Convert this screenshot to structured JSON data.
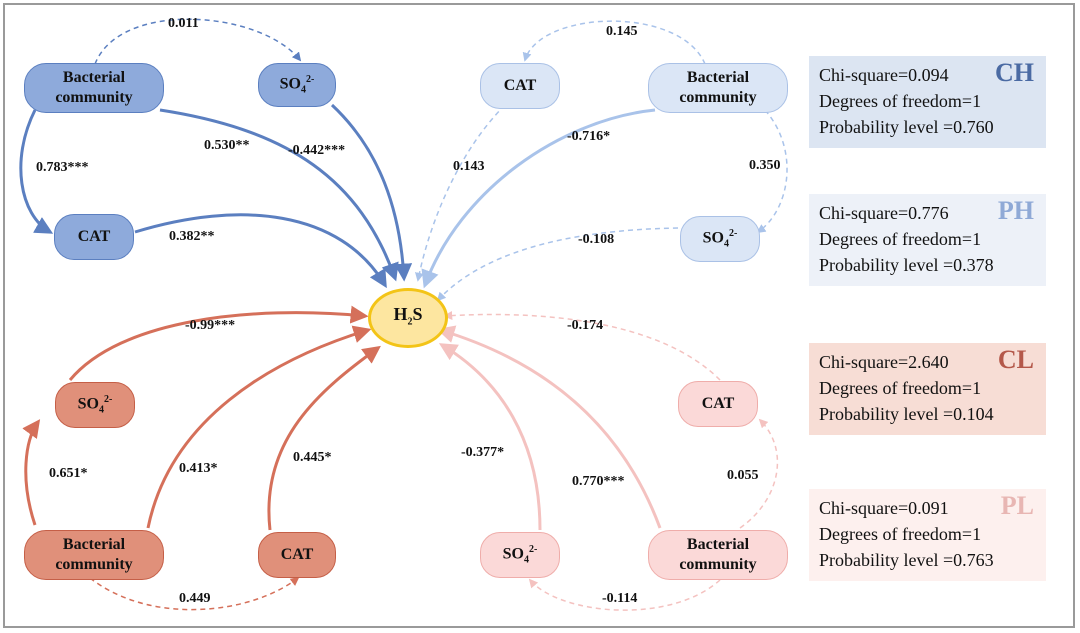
{
  "h2s": {
    "base": "H",
    "sub": "2",
    "tail": "S"
  },
  "nodes": {
    "ch_bacteria": [
      "Bacterial",
      "community"
    ],
    "ch_so4": {
      "base": "SO",
      "sub": "4",
      "sup": "2-"
    },
    "ch_cat": "CAT",
    "ph_cat": "CAT",
    "ph_bacteria": [
      "Bacterial",
      "community"
    ],
    "ph_so4": {
      "base": "SO",
      "sub": "4",
      "sup": "2-"
    },
    "cl_so4": {
      "base": "SO",
      "sub": "4",
      "sup": "2-"
    },
    "cl_bacteria": [
      "Bacterial",
      "community"
    ],
    "cl_cat": "CAT",
    "pl_cat": "CAT",
    "pl_so4": {
      "base": "SO",
      "sub": "4",
      "sup": "2-"
    },
    "pl_bacteria": [
      "Bacterial",
      "community"
    ]
  },
  "paths": {
    "ch_bact_so4": "0.011",
    "ch_bact_cat": "0.783***",
    "ch_bact_h2s": "0.530**",
    "ch_so4_h2s": "-0.442***",
    "ch_cat_h2s": "0.382**",
    "ph_bact_cat": "0.145",
    "ph_bact_h2s": "-0.716*",
    "ph_cat_h2s": "0.143",
    "ph_bact_so4": "0.350",
    "ph_so4_h2s": "-0.108",
    "cl_so4_h2s": "-0.99***",
    "cl_bact_so4": "0.651*",
    "cl_bact_h2s": "0.413*",
    "cl_cat_h2s": "0.445*",
    "cl_bact_cat": "0.449",
    "pl_cat_h2s": "-0.174",
    "pl_so4_h2s": "-0.377*",
    "pl_bact_h2s": "0.770***",
    "pl_bact_cat": "0.055",
    "pl_bact_so4": "-0.114"
  },
  "stats": [
    {
      "code": "CH",
      "chi": "Chi-square=0.094",
      "df": "Degrees of freedom=1",
      "p": "Probability level =0.760",
      "bg": "#dce5f2",
      "code_color": "#4a6aa3"
    },
    {
      "code": "PH",
      "chi": "Chi-square=0.776",
      "df": "Degrees of freedom=1",
      "p": "Probability level =0.378",
      "bg": "#edf1f8",
      "code_color": "#8fa9d6"
    },
    {
      "code": "CL",
      "chi": "Chi-square=2.640",
      "df": "Degrees of freedom=1",
      "p": "Probability level =0.104",
      "bg": "#f7ddd5",
      "code_color": "#b4584a"
    },
    {
      "code": "PL",
      "chi": "Chi-square=0.091",
      "df": "Degrees of freedom=1",
      "p": "Probability level =0.763",
      "bg": "#fdf0ee",
      "code_color": "#e8b6b3"
    }
  ],
  "colors": {
    "ch": "#5b7fc0",
    "ph": "#a9c3ea",
    "cl": "#d5705a",
    "pl": "#f4c2c0",
    "h2s_border": "#f3c417"
  }
}
